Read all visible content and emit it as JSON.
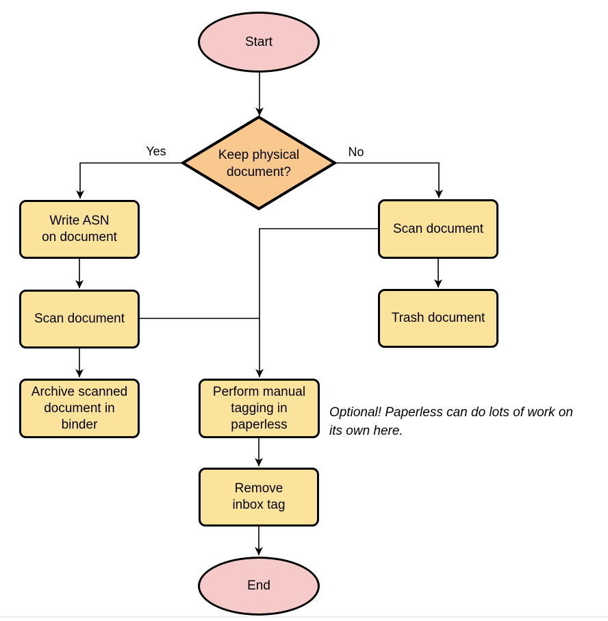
{
  "flowchart": {
    "nodes": {
      "start": {
        "type": "terminator",
        "lines": [
          "Start"
        ]
      },
      "keep_physical": {
        "type": "decision",
        "lines": [
          "Keep physical",
          "document?"
        ]
      },
      "write_asn": {
        "type": "process",
        "lines": [
          "Write ASN",
          "on document"
        ]
      },
      "scan_document_left": {
        "type": "process",
        "lines": [
          "Scan document"
        ]
      },
      "archive_scanned": {
        "type": "process",
        "lines": [
          "Archive scanned",
          "document in",
          "binder"
        ]
      },
      "scan_document_right": {
        "type": "process",
        "lines": [
          "Scan document"
        ]
      },
      "trash_document": {
        "type": "process",
        "lines": [
          "Trash document"
        ]
      },
      "manual_tagging": {
        "type": "process",
        "lines": [
          "Perform manual",
          "tagging in",
          "paperless"
        ]
      },
      "remove_inbox_tag": {
        "type": "process",
        "lines": [
          "Remove",
          "inbox tag"
        ]
      },
      "end": {
        "type": "terminator",
        "lines": [
          "End"
        ]
      }
    },
    "edge_labels": {
      "yes": "Yes",
      "no": "No"
    },
    "annotation": {
      "lines": [
        "Optional! Paperless can do lots of work on",
        "its own here."
      ]
    },
    "colors": {
      "terminator_fill": "#f7caca",
      "decision_fill": "#f9c88e",
      "process_fill": "#fce39b",
      "stroke": "#000000"
    }
  }
}
